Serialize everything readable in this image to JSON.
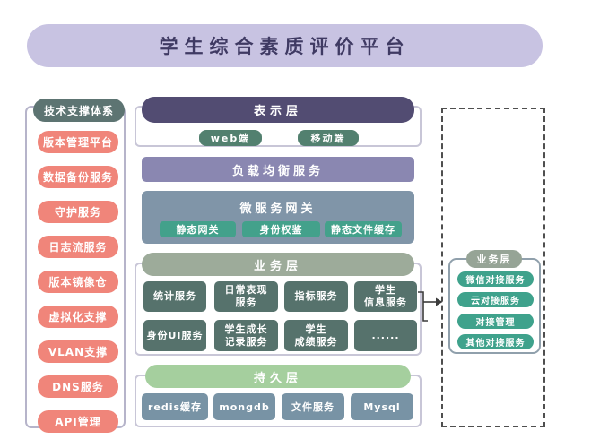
{
  "title": "学生综合素质评价平台",
  "sidebar": {
    "header": "技术支撑体系",
    "items": [
      {
        "label": "版本管理平台"
      },
      {
        "label": "数据备份服务"
      },
      {
        "label": "守护服务"
      },
      {
        "label": "日志流服务"
      },
      {
        "label": "版本镜像仓"
      },
      {
        "label": "虚拟化支撑"
      },
      {
        "label": "VLAN支撑"
      },
      {
        "label": "DNS服务"
      },
      {
        "label": "API管理"
      }
    ]
  },
  "center": {
    "presentation": {
      "header": "表示层",
      "clients": [
        {
          "label": "web端"
        },
        {
          "label": "移动端"
        }
      ]
    },
    "load_balancer": "负载均衡服务",
    "gateway": {
      "title": "微服务网关",
      "services": [
        {
          "label": "静态网关"
        },
        {
          "label": "身份权鉴"
        },
        {
          "label": "静态文件缓存"
        }
      ]
    },
    "business": {
      "header": "业务层",
      "services": [
        {
          "label": "统计服务"
        },
        {
          "label": "日常表现\n服务"
        },
        {
          "label": "指标服务"
        },
        {
          "label": "学生\n信息服务"
        },
        {
          "label": "身份UI服务"
        },
        {
          "label": "学生成长\n记录服务"
        },
        {
          "label": "学生\n成绩服务"
        },
        {
          "label": "......"
        }
      ]
    },
    "persistence": {
      "header": "持久层",
      "stores": [
        {
          "label": "redis缓存"
        },
        {
          "label": "mongdb"
        },
        {
          "label": "文件服务"
        },
        {
          "label": "Mysql"
        }
      ]
    }
  },
  "integration": {
    "header": "业务层",
    "items": [
      {
        "label": "微信对接服务"
      },
      {
        "label": "云对接服务"
      },
      {
        "label": "对接管理"
      },
      {
        "label": "其他对接服务"
      }
    ]
  },
  "colors": {
    "title_bg": "#c8c3e2",
    "title_text": "#3f3a63",
    "sidebar_header_bg": "#5d7472",
    "sidebar_item_bg": "#f0857a",
    "presentation_header_bg": "#524c72",
    "client_pill_bg": "#52806f",
    "load_balancer_bg": "#8a87b1",
    "gateway_bg": "#8095a8",
    "gateway_pill_bg": "#43a18b",
    "business_header_bg": "#9dab9a",
    "business_cell_bg": "#56726c",
    "persistence_header_bg": "#a5cf9e",
    "persistence_cell_bg": "#7893a5",
    "integration_header_bg": "#96a496",
    "integration_item_bg": "#3fa28c"
  }
}
